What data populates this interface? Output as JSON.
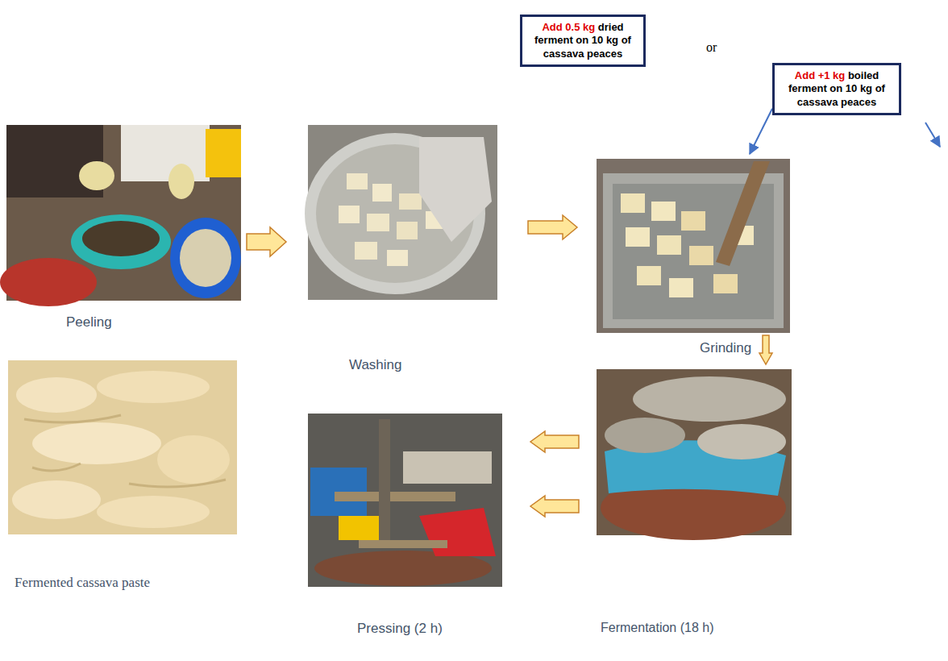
{
  "diagram": {
    "nodes": [
      {
        "text": [
          "Add 0.5 kg",
          "dried ferment on 10 kg of cassava peaces"
        ]
      },
      {
        "text": [
          "Add +1 kg",
          "boiled ferment on 10 kg of cassava peaces"
        ]
      },
      {
        "text": [
          "Peeling"
        ]
      },
      {
        "text": [
          "Washing"
        ]
      },
      {
        "text": [
          "Grinding"
        ]
      },
      {
        "text": [
          "Fermentation (18 h)"
        ]
      },
      {
        "text": [
          "Pressing (2 h)"
        ]
      },
      {
        "text": [
          "Fermented cassava paste"
        ]
      }
    ],
    "edges": [
      {
        "from": 2,
        "to": 3,
        "arrow": "to"
      },
      {
        "from": 3,
        "to": 4,
        "arrow": "to"
      },
      {
        "from": 4,
        "to": 5,
        "arrow": "to"
      },
      {
        "from": 5,
        "to": 6,
        "arrow": "to"
      },
      {
        "from": 5,
        "to": 6,
        "arrow": "to"
      },
      {
        "from": 1,
        "to": 4,
        "arrow": "to"
      }
    ],
    "labels": [
      "or"
    ]
  }
}
